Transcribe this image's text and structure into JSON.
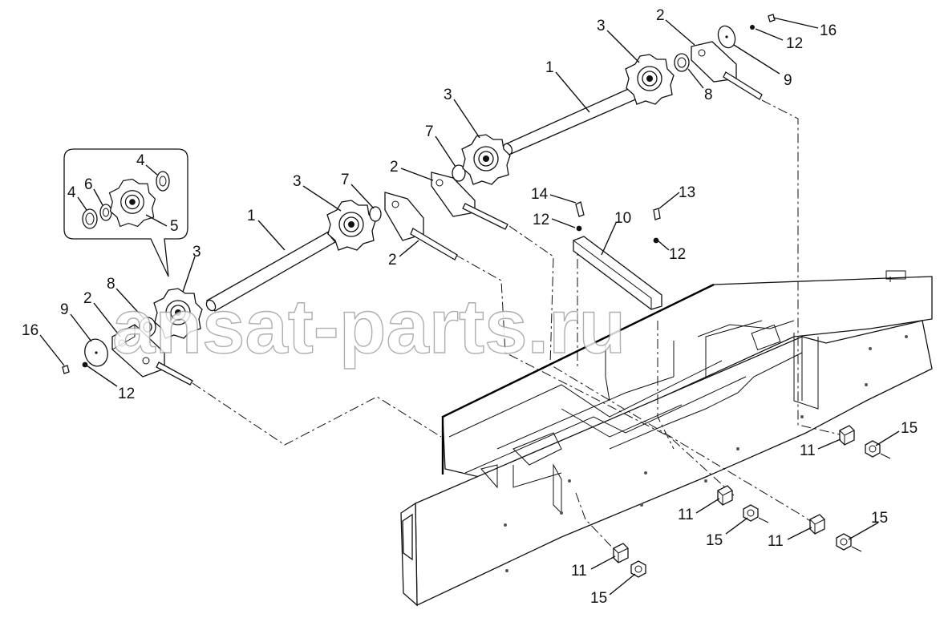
{
  "watermark": "ansat-parts.ru",
  "callouts": [
    {
      "label": "1"
    },
    {
      "label": "1"
    },
    {
      "label": "2"
    },
    {
      "label": "2"
    },
    {
      "label": "2"
    },
    {
      "label": "2"
    },
    {
      "label": "3"
    },
    {
      "label": "3"
    },
    {
      "label": "3"
    },
    {
      "label": "3"
    },
    {
      "label": "4"
    },
    {
      "label": "4"
    },
    {
      "label": "5"
    },
    {
      "label": "6"
    },
    {
      "label": "7"
    },
    {
      "label": "7"
    },
    {
      "label": "8"
    },
    {
      "label": "8"
    },
    {
      "label": "9"
    },
    {
      "label": "9"
    },
    {
      "label": "10"
    },
    {
      "label": "11"
    },
    {
      "label": "11"
    },
    {
      "label": "11"
    },
    {
      "label": "11"
    },
    {
      "label": "12"
    },
    {
      "label": "12"
    },
    {
      "label": "12"
    },
    {
      "label": "12"
    },
    {
      "label": "13"
    },
    {
      "label": "14"
    },
    {
      "label": "15"
    },
    {
      "label": "15"
    },
    {
      "label": "15"
    },
    {
      "label": "15"
    },
    {
      "label": "16"
    },
    {
      "label": "16"
    }
  ]
}
